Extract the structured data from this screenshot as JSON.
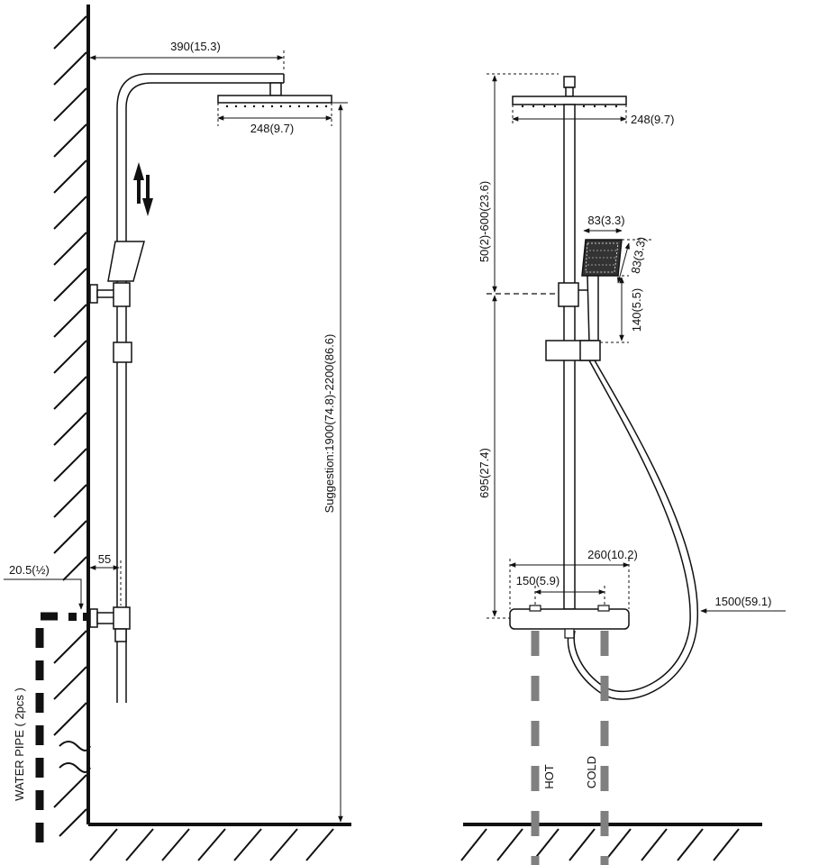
{
  "left_view": {
    "arm_length": "390(15.3)",
    "head_width": "248(9.7)",
    "height_suggestion": "Suggestion:1900(74.8)-2200(86.6)",
    "wall_offset": "55",
    "pipe_size": "20.5(½)",
    "water_pipe_label": "WATER PIPE ( 2pcs )"
  },
  "right_view": {
    "head_width": "248(9.7)",
    "adjust_range": "50(2)-600(23.6)",
    "handshower_width": "83(3.3)",
    "handshower_depth": "83(3.3)",
    "handshower_height": "140(5.5)",
    "bar_height": "695(27.4)",
    "valve_width": "260(10.2)",
    "inlet_spacing": "150(5.9)",
    "hose_length": "1500(59.1)",
    "hot_label": "HOT",
    "cold_label": "COLD"
  },
  "colors": {
    "line": "#111111",
    "pipe": "#808080"
  }
}
